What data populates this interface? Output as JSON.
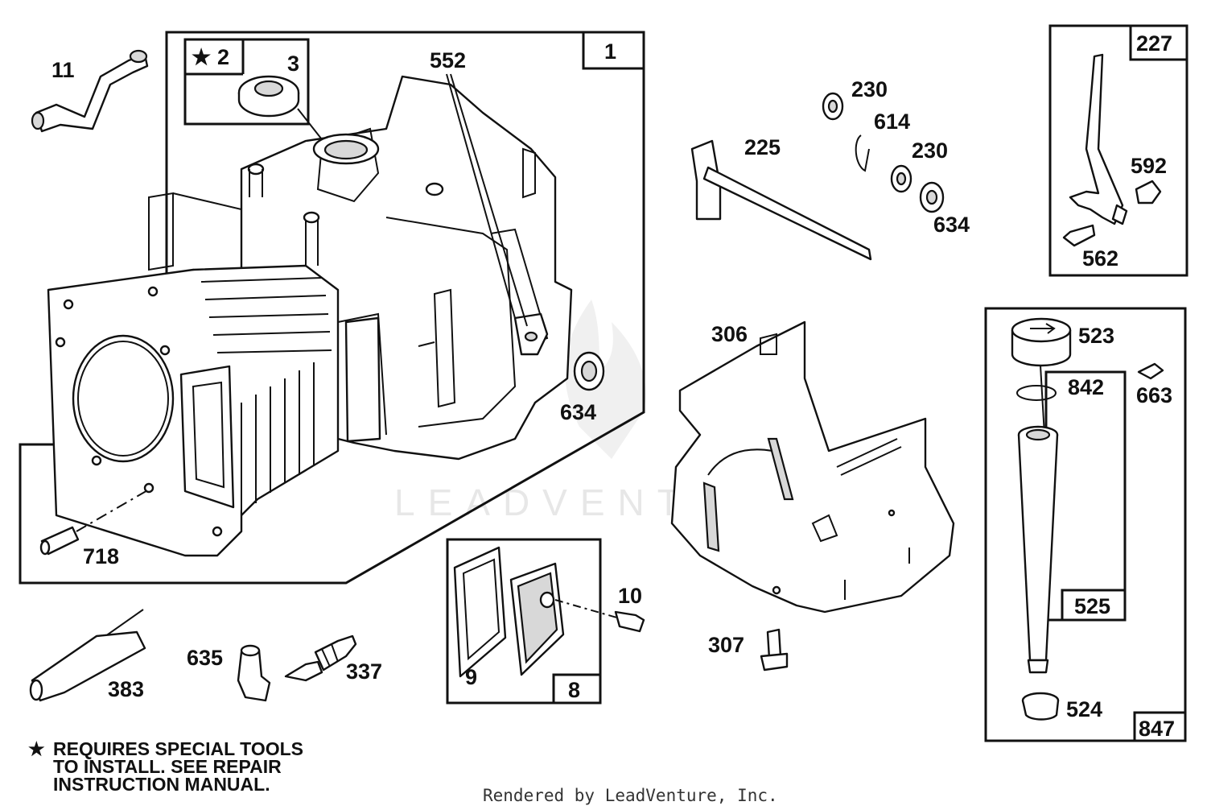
{
  "callouts": {
    "c11": "11",
    "c2": "2",
    "c3": "3",
    "c552": "552",
    "c1": "1",
    "c230a": "230",
    "c614": "614",
    "c225": "225",
    "c230b": "230",
    "c634a": "634",
    "c227": "227",
    "c592": "592",
    "c562": "562",
    "c306": "306",
    "c634b": "634",
    "c718": "718",
    "c523": "523",
    "c842": "842",
    "c663": "663",
    "c525": "525",
    "c10": "10",
    "c9": "9",
    "c8": "8",
    "c383": "383",
    "c635": "635",
    "c337": "337",
    "c307": "307",
    "c524": "524",
    "c847": "847"
  },
  "star_symbol": "★",
  "note": {
    "line1": "REQUIRES SPECIAL TOOLS",
    "line2": "TO INSTALL.  SEE REPAIR",
    "line3": "INSTRUCTION MANUAL."
  },
  "footer": "Rendered by LeadVenture, Inc.",
  "watermark": "LEADVENTURE"
}
